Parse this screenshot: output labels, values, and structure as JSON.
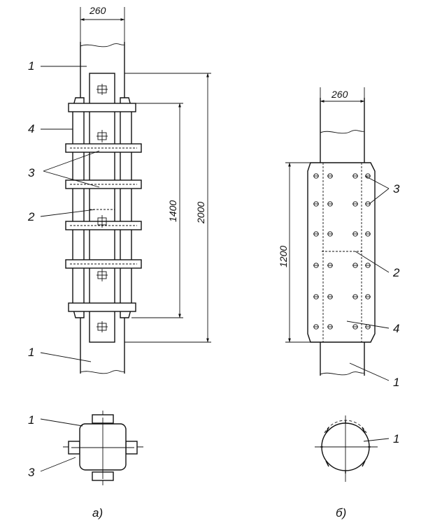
{
  "view_a": {
    "dimensions": {
      "width": "260",
      "inner_length": "1400",
      "outer_length": "2000"
    },
    "labels": {
      "post_top": "1",
      "strap": "4",
      "bolts": "3",
      "joint": "2",
      "post_bottom": "1"
    },
    "caption": "а)"
  },
  "view_b": {
    "dimensions": {
      "width": "260",
      "length": "1200"
    },
    "labels": {
      "bolts": "3",
      "joint": "2",
      "strap": "4",
      "post": "1"
    },
    "caption": "б)"
  },
  "section_a": {
    "labels": {
      "post": "1",
      "bolts": "3"
    }
  },
  "section_b": {
    "labels": {
      "post": "1"
    }
  }
}
